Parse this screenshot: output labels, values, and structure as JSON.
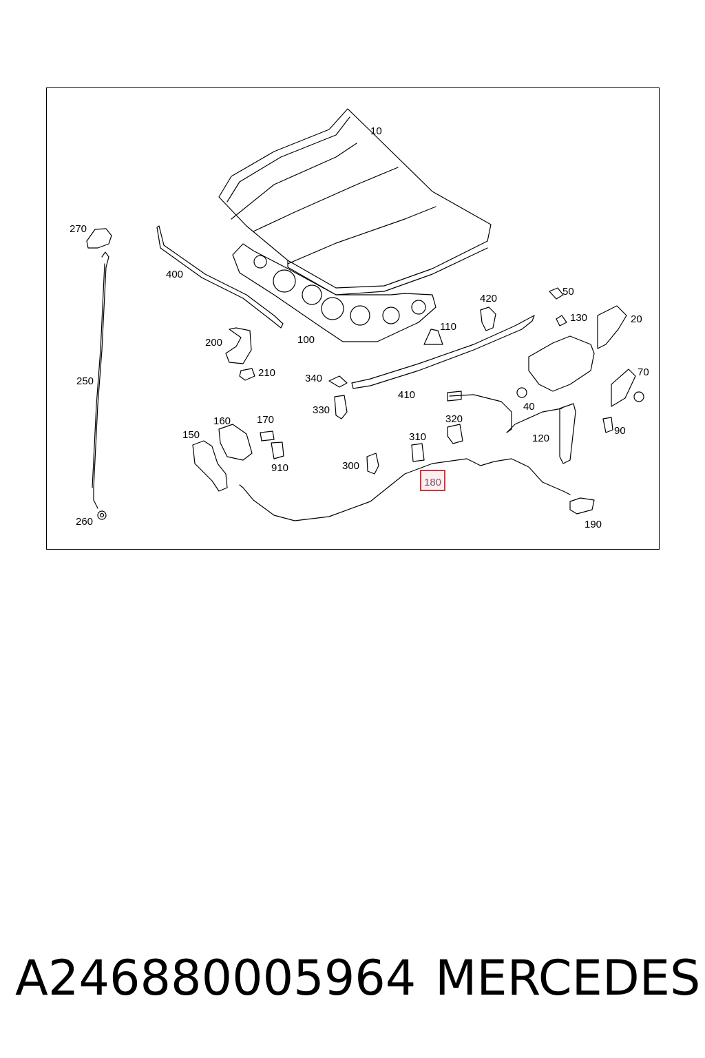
{
  "diagram": {
    "part_labels": [
      {
        "id": "10",
        "text": "10"
      },
      {
        "id": "20",
        "text": "20"
      },
      {
        "id": "40",
        "text": "40"
      },
      {
        "id": "50",
        "text": "50"
      },
      {
        "id": "70",
        "text": "70"
      },
      {
        "id": "90",
        "text": "90"
      },
      {
        "id": "100",
        "text": "100"
      },
      {
        "id": "110",
        "text": "110"
      },
      {
        "id": "120",
        "text": "120"
      },
      {
        "id": "130",
        "text": "130"
      },
      {
        "id": "150",
        "text": "150"
      },
      {
        "id": "160",
        "text": "160"
      },
      {
        "id": "170",
        "text": "170"
      },
      {
        "id": "180",
        "text": "180"
      },
      {
        "id": "190",
        "text": "190"
      },
      {
        "id": "200",
        "text": "200"
      },
      {
        "id": "210",
        "text": "210"
      },
      {
        "id": "250",
        "text": "250"
      },
      {
        "id": "260",
        "text": "260"
      },
      {
        "id": "270",
        "text": "270"
      },
      {
        "id": "300",
        "text": "300"
      },
      {
        "id": "310",
        "text": "310"
      },
      {
        "id": "320",
        "text": "320"
      },
      {
        "id": "330",
        "text": "330"
      },
      {
        "id": "340",
        "text": "340"
      },
      {
        "id": "400",
        "text": "400"
      },
      {
        "id": "410",
        "text": "410"
      },
      {
        "id": "420",
        "text": "420"
      },
      {
        "id": "910",
        "text": "910"
      }
    ],
    "highlighted_part": "180",
    "highlight_color": "#e0303a",
    "line_color": "#000000"
  },
  "footer": {
    "part_number": "A246880005964",
    "brand": "MERCEDES"
  }
}
